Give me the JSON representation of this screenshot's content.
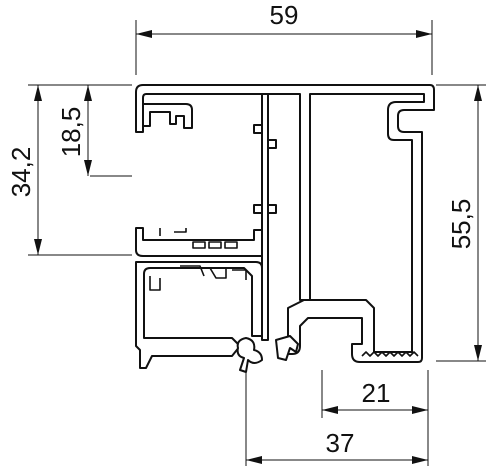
{
  "dimensions": {
    "overall_width": "59",
    "lower_width": "37",
    "slot_width": "21",
    "overall_height": "55,5",
    "left_height": "34,2",
    "upper_height": "18,5"
  }
}
